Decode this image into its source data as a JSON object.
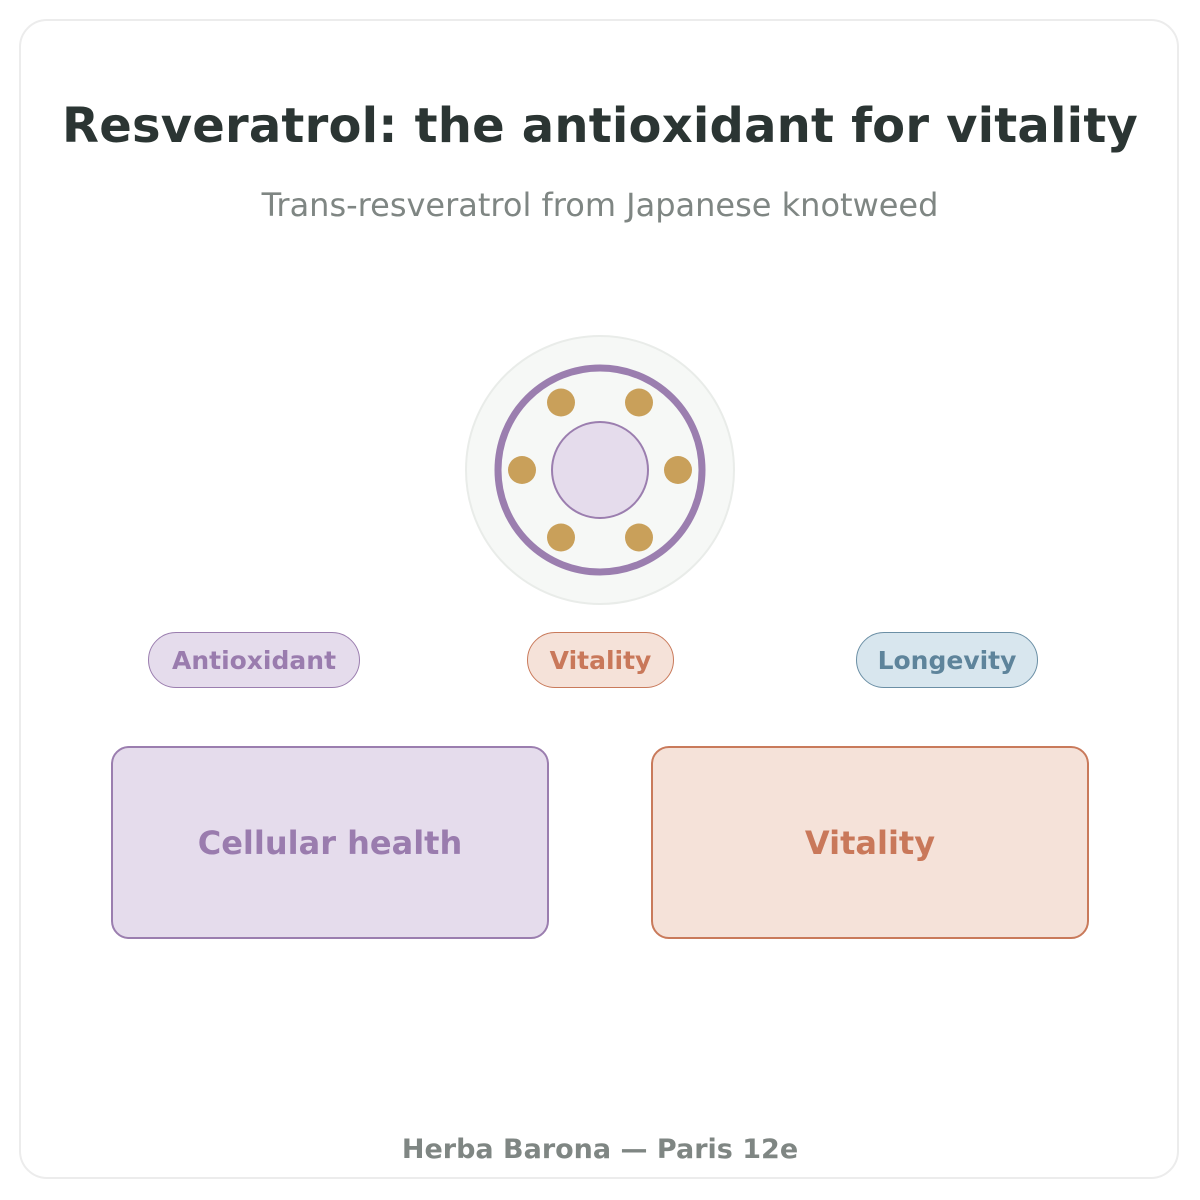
{
  "header": {
    "title": "Resveratrol: the antioxidant for vitality",
    "subtitle": "Trans-resveratrol from Japanese knotweed"
  },
  "emblem": {
    "icon": "molecule-ring-icon",
    "ring_color": "#9b7eaf",
    "dot_color": "#c9a05a",
    "core_color": "#e5dcec",
    "backdrop_color": "#f6f8f6"
  },
  "tags": [
    {
      "label": "Antioxidant",
      "color": "#9a7cae"
    },
    {
      "label": "Vitality",
      "color": "#c9785a"
    },
    {
      "label": "Longevity",
      "color": "#5e849b"
    }
  ],
  "benefits": [
    {
      "label": "Cellular health",
      "color": "#9a7cae"
    },
    {
      "label": "Vitality",
      "color": "#c9785a"
    }
  ],
  "footer": {
    "text": "Herba Barona — Paris 12e"
  }
}
